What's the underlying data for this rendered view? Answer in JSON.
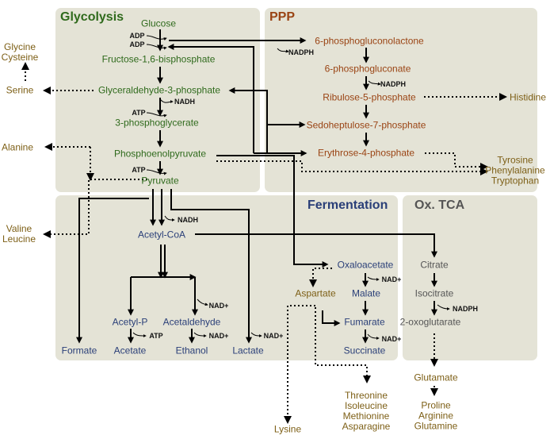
{
  "panels": {
    "glycolysis": "Glycolysis",
    "ppp": "PPP",
    "fermentation": "Fermentation",
    "oxtca": "Ox. TCA"
  },
  "metabolites": {
    "glucose": "Glucose",
    "f16bp": "Fructose-1,6-bisphosphate",
    "g3p": "Glyceraldehyde-3-phosphate",
    "pg3": "3-phosphoglycerate",
    "pep": "Phosphoenolpyruvate",
    "pyruvate": "Pyruvate",
    "pgl6": "6-phosphogluconolactone",
    "pg6": "6-phosphogluconate",
    "ru5p": "Ribulose-5-phosphate",
    "s7p": "Sedoheptulose-7-phosphate",
    "e4p": "Erythrose-4-phosphate",
    "acetylcoa": "Acetyl-CoA",
    "acetylp": "Acetyl-P",
    "acetate": "Acetate",
    "acetaldehyde": "Acetaldehyde",
    "ethanol": "Ethanol",
    "formate": "Formate",
    "lactate": "Lactate",
    "oxaloacetate": "Oxaloacetate",
    "malate": "Malate",
    "fumarate": "Fumarate",
    "succinate": "Succinate",
    "aspartate": "Aspartate",
    "citrate": "Citrate",
    "isocitrate": "Isocitrate",
    "oxoglutarate": "2-oxoglutarate",
    "glutamate": "Glutamate"
  },
  "cofactors": {
    "adp1": "ADP",
    "adp2": "ADP",
    "nadh_g3p": "NADH",
    "atp_pg3": "ATP",
    "atp_pyr": "ATP",
    "nadph_ppp": "NADPH",
    "nadph_ru5p": "NADPH",
    "nadh_pyr": "NADH",
    "nad_acetal": "NAD+",
    "atp_acetate": "ATP",
    "nad_ethanol": "NAD+",
    "nad_lactate": "NAD+",
    "nad_malate": "NAD+",
    "nad_succ": "NAD+",
    "nadph_iso": "NADPH"
  },
  "products": {
    "glycine": "Glycine",
    "cysteine": "Cysteine",
    "serine": "Serine",
    "alanine": "Alanine",
    "valine": "Valine",
    "leucine": "Leucine",
    "histidine": "Histidine",
    "tyrosine": "Tyrosine",
    "phenylalanine": "Phenylalanine",
    "tryptophan": "Tryptophan",
    "lysine": "Lysine",
    "threonine": "Threonine",
    "isoleucine": "Isoleucine",
    "methionine": "Methionine",
    "asparagine": "Asparagine",
    "proline": "Proline",
    "arginine": "Arginine",
    "glutamine": "Glutamine"
  },
  "colors": {
    "panel": "#e4e3d6",
    "glycolysis": "#2f6a1c",
    "ppp": "#9a4414",
    "fermentation": "#2a3f78",
    "tca": "#555555",
    "product": "#7d5f16",
    "arrow": "#000000"
  }
}
